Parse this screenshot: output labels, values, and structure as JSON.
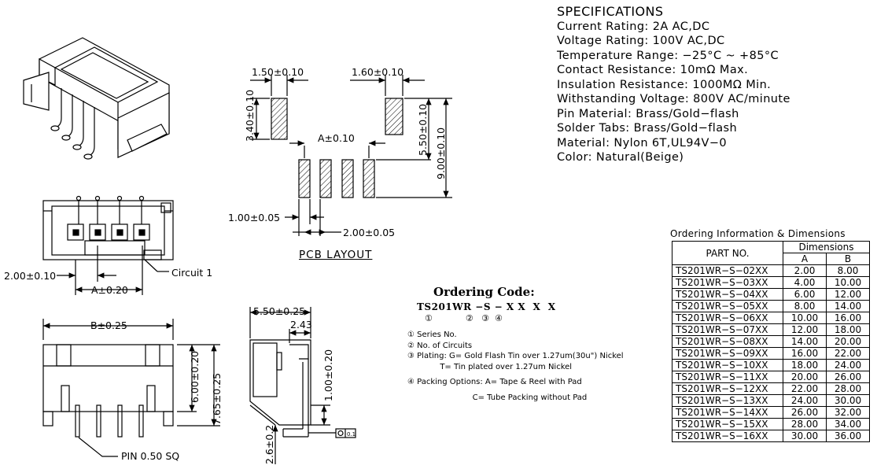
{
  "specifications": {
    "title": "SPECIFICATIONS",
    "lines": [
      "Current Rating: 2A AC,DC",
      "Voltage Rating: 100V AC,DC",
      "Temperature Range: −25°C ~ +85°C",
      "Contact Resistance: 10mΩ Max.",
      "Insulation Resistance: 1000MΩ Min.",
      "Withstanding Voltage: 800V AC/minute",
      "Pin Material: Brass/Gold−flash",
      "Solder Tabs: Brass/Gold−flash",
      "Material: Nylon 6T,UL94V−0",
      "Color: Natural(Beige)"
    ]
  },
  "ordering_table": {
    "title": "Ordering Information & Dimensions",
    "header_part": "PART NO.",
    "header_dimensions": "Dimensions",
    "header_a": "A",
    "header_b": "B",
    "rows": [
      {
        "part": "TS201WR−S−02XX",
        "a": "2.00",
        "b": "8.00"
      },
      {
        "part": "TS201WR−S−03XX",
        "a": "4.00",
        "b": "10.00"
      },
      {
        "part": "TS201WR−S−04XX",
        "a": "6.00",
        "b": "12.00"
      },
      {
        "part": "TS201WR−S−05XX",
        "a": "8.00",
        "b": "14.00"
      },
      {
        "part": "TS201WR−S−06XX",
        "a": "10.00",
        "b": "16.00"
      },
      {
        "part": "TS201WR−S−07XX",
        "a": "12.00",
        "b": "18.00"
      },
      {
        "part": "TS201WR−S−08XX",
        "a": "14.00",
        "b": "20.00"
      },
      {
        "part": "TS201WR−S−09XX",
        "a": "16.00",
        "b": "22.00"
      },
      {
        "part": "TS201WR−S−10XX",
        "a": "18.00",
        "b": "24.00"
      },
      {
        "part": "TS201WR−S−11XX",
        "a": "20.00",
        "b": "26.00"
      },
      {
        "part": "TS201WR−S−12XX",
        "a": "22.00",
        "b": "28.00"
      },
      {
        "part": "TS201WR−S−13XX",
        "a": "24.00",
        "b": "30.00"
      },
      {
        "part": "TS201WR−S−14XX",
        "a": "26.00",
        "b": "32.00"
      },
      {
        "part": "TS201WR−S−15XX",
        "a": "28.00",
        "b": "34.00"
      },
      {
        "part": "TS201WR−S−16XX",
        "a": "30.00",
        "b": "36.00"
      }
    ]
  },
  "ordering_code": {
    "title": "Ordering Code:",
    "code": "TS201WR −S − X X  X  X",
    "numbers": "①            ②   ③  ④",
    "notes": [
      "① Series No.",
      "② No. of Circuits",
      "③ Plating: G= Gold Flash Tin over 1.27um(30u\") Nickel",
      "             T= Tin plated over 1.27um Nickel",
      "④ Packing Options: A= Tape & Reel with Pad",
      "                          C= Tube Packing without Pad"
    ]
  },
  "pcb_layout": {
    "title": "PCB LAYOUT",
    "dim_pad_w1": "1.50±0.10",
    "dim_pad_w2": "1.60±0.10",
    "dim_pad_h": "3.40±0.10",
    "dim_a": "A±0.10",
    "dim_h1": "5.50±0.10",
    "dim_h2": "9.00±0.10",
    "dim_pin_w": "1.00±0.05",
    "dim_pitch": "2.00±0.05"
  },
  "top_view": {
    "dim_pitch": "2.00±0.10",
    "dim_a": "A±0.20",
    "circuit_label": "Circuit 1"
  },
  "front_view": {
    "dim_b": "B±0.25",
    "dim_h1": "6.00±0.20",
    "dim_h2": "7.65±0.25",
    "pin_label": "PIN 0.50 SQ"
  },
  "side_view": {
    "dim_depth": "5.50±0.25",
    "dim_243": "2.43",
    "dim_100": "1.00±0.20",
    "dim_26": "2.6±0.2",
    "tolerance_box": "0.1"
  }
}
